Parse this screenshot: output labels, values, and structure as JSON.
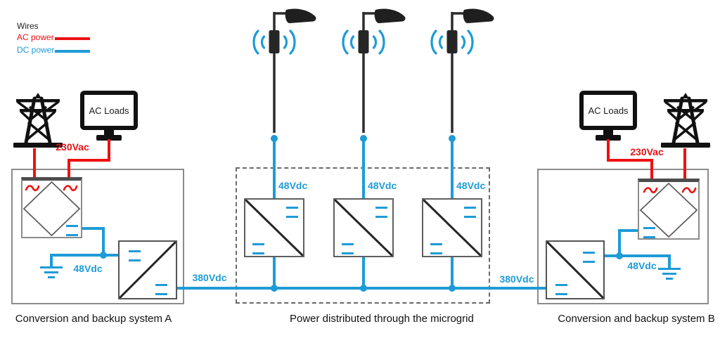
{
  "legend": {
    "title": "Wires",
    "items": [
      {
        "label": "AC power",
        "color": "#EE1111"
      },
      {
        "label": "DC power",
        "color": "#1E9BD7"
      }
    ]
  },
  "labels": {
    "ac_loads": "AC Loads",
    "ac_voltage": "230Vac",
    "dc_voltage_low": "48Vdc",
    "dc_voltage_bus": "380Vdc"
  },
  "captions": {
    "system_a": "Conversion and backup system A",
    "microgrid": "Power distributed through the microgrid",
    "system_b": "Conversion and backup system B"
  }
}
